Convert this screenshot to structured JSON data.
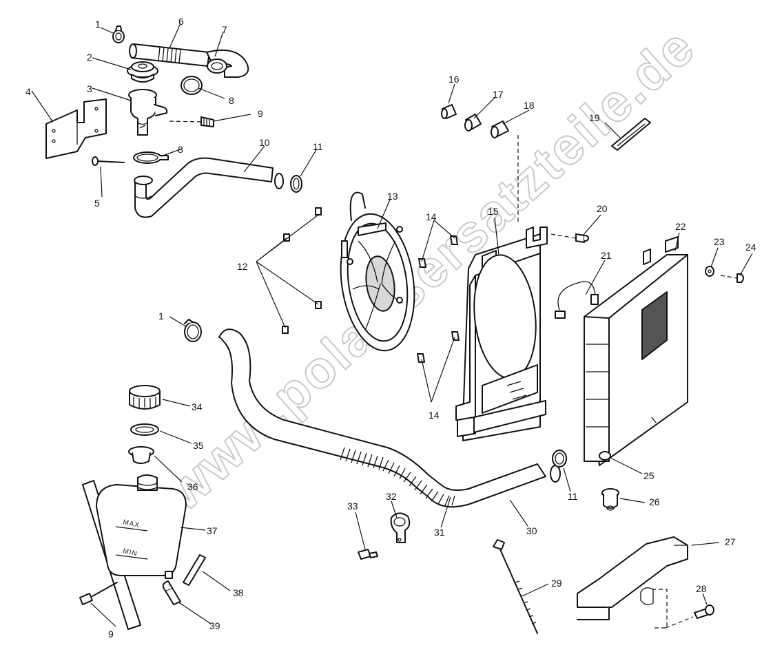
{
  "watermark": "www.polarisersatzteile.de",
  "tank_labels": {
    "max": "MAX",
    "min": "MIN"
  },
  "callouts": [
    {
      "id": "c1a",
      "label": "1"
    },
    {
      "id": "c2",
      "label": "2"
    },
    {
      "id": "c3",
      "label": "3"
    },
    {
      "id": "c4",
      "label": "4"
    },
    {
      "id": "c5",
      "label": "5"
    },
    {
      "id": "c6",
      "label": "6"
    },
    {
      "id": "c7",
      "label": "7"
    },
    {
      "id": "c8a",
      "label": "8"
    },
    {
      "id": "c8b",
      "label": "8"
    },
    {
      "id": "c9a",
      "label": "9"
    },
    {
      "id": "c10",
      "label": "10"
    },
    {
      "id": "c11a",
      "label": "11"
    },
    {
      "id": "c12",
      "label": "12"
    },
    {
      "id": "c13",
      "label": "13"
    },
    {
      "id": "c14a",
      "label": "14"
    },
    {
      "id": "c14b",
      "label": "14"
    },
    {
      "id": "c15",
      "label": "15"
    },
    {
      "id": "c16",
      "label": "16"
    },
    {
      "id": "c17",
      "label": "17"
    },
    {
      "id": "c18",
      "label": "18"
    },
    {
      "id": "c19",
      "label": "19"
    },
    {
      "id": "c20",
      "label": "20"
    },
    {
      "id": "c21",
      "label": "21"
    },
    {
      "id": "c22",
      "label": "22"
    },
    {
      "id": "c23",
      "label": "23"
    },
    {
      "id": "c24",
      "label": "24"
    },
    {
      "id": "c1b",
      "label": "1"
    },
    {
      "id": "c25",
      "label": "25"
    },
    {
      "id": "c26",
      "label": "26"
    },
    {
      "id": "c27",
      "label": "27"
    },
    {
      "id": "c28",
      "label": "28"
    },
    {
      "id": "c29",
      "label": "29"
    },
    {
      "id": "c30",
      "label": "30"
    },
    {
      "id": "c31",
      "label": "31"
    },
    {
      "id": "c11b",
      "label": "11"
    },
    {
      "id": "c32",
      "label": "32"
    },
    {
      "id": "c33",
      "label": "33"
    },
    {
      "id": "c34",
      "label": "34"
    },
    {
      "id": "c35",
      "label": "35"
    },
    {
      "id": "c36",
      "label": "36"
    },
    {
      "id": "c37",
      "label": "37"
    },
    {
      "id": "c38",
      "label": "38"
    },
    {
      "id": "c39",
      "label": "39"
    },
    {
      "id": "c9b",
      "label": "9"
    }
  ]
}
